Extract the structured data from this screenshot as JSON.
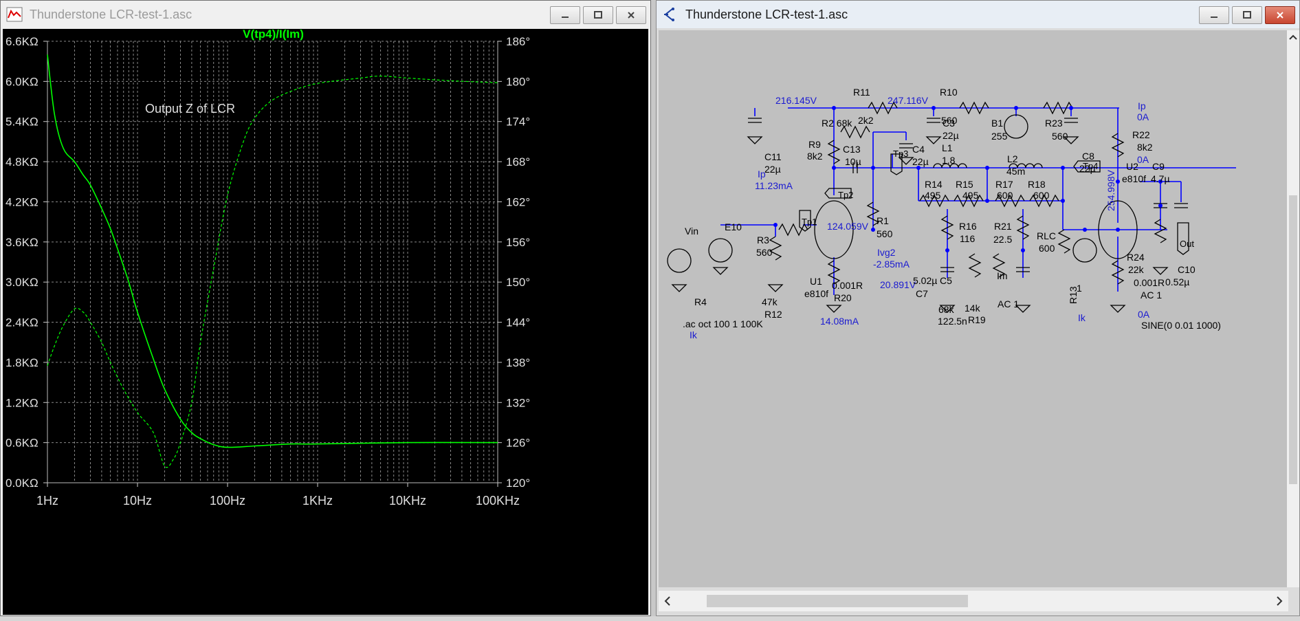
{
  "plot_window": {
    "title": "Thunderstone LCR-test-1.asc",
    "trace_label": "V(tp4)/I(Im)",
    "annotation": "Output Z of LCR",
    "buttons": {
      "minimize": "minimize",
      "maximize": "maximize",
      "close": "close"
    }
  },
  "schematic_window": {
    "title": "Thunderstone LCR-test-1.asc",
    "buttons": {
      "minimize": "minimize",
      "maximize": "maximize",
      "close": "close"
    }
  },
  "colors": {
    "trace": "#00ff00",
    "plot_bg": "#000000",
    "schematic_wire": "#0000ff",
    "schematic_bg": "#c0c0c0",
    "close_button": "#c8452f"
  },
  "chart_data": {
    "type": "line",
    "title": "V(tp4)/I(Im)",
    "x_scale": "log",
    "xlim": [
      1,
      100000
    ],
    "x_ticks": [
      1,
      10,
      100,
      1000,
      10000,
      100000
    ],
    "x_tick_labels": [
      "1Hz",
      "10Hz",
      "100Hz",
      "1KHz",
      "10KHz",
      "100KHz"
    ],
    "ylim_left": [
      0,
      6.6
    ],
    "y_ticks_left": [
      0,
      0.6,
      1.2,
      1.8,
      2.4,
      3.0,
      3.6,
      4.2,
      4.8,
      5.4,
      6.0,
      6.6
    ],
    "y_tick_labels_left": [
      "0.0KΩ",
      "0.6KΩ",
      "1.2KΩ",
      "1.8KΩ",
      "2.4KΩ",
      "3.0KΩ",
      "3.6KΩ",
      "4.2KΩ",
      "4.8KΩ",
      "5.4KΩ",
      "6.0KΩ",
      "6.6KΩ"
    ],
    "ylim_right": [
      120,
      186
    ],
    "y_ticks_right": [
      120,
      126,
      132,
      138,
      144,
      150,
      156,
      162,
      168,
      174,
      180,
      186
    ],
    "y_tick_labels_right": [
      "120°",
      "126°",
      "132°",
      "138°",
      "144°",
      "150°",
      "156°",
      "162°",
      "168°",
      "174°",
      "180°",
      "186°"
    ],
    "grid": true,
    "series": [
      {
        "style": "solid",
        "axis": "left",
        "x": [
          1,
          1.2,
          1.5,
          2,
          2.5,
          3,
          4,
          5,
          6,
          8,
          10,
          15,
          20,
          30,
          40,
          50,
          70,
          100,
          200,
          500,
          1000,
          10000,
          100000
        ],
        "y": [
          6.4,
          5.5,
          5.0,
          4.8,
          4.6,
          4.45,
          4.1,
          3.8,
          3.5,
          3.0,
          2.55,
          1.85,
          1.4,
          0.95,
          0.75,
          0.66,
          0.57,
          0.53,
          0.55,
          0.58,
          0.58,
          0.6,
          0.6
        ]
      },
      {
        "style": "dashed",
        "axis": "right",
        "x": [
          1,
          1.2,
          1.5,
          2,
          2.5,
          3,
          4,
          5,
          7,
          10,
          15,
          20,
          25,
          30,
          40,
          50,
          70,
          100,
          150,
          200,
          300,
          500,
          1000,
          3000,
          5000,
          10000,
          30000,
          100000
        ],
        "y": [
          137.5,
          140.5,
          143.5,
          146,
          145.5,
          144,
          141,
          138,
          134,
          130.5,
          127.5,
          122.5,
          123.5,
          126,
          132,
          141,
          152,
          163,
          171,
          174.5,
          177,
          178.5,
          179.7,
          180.5,
          180.8,
          180.5,
          180.1,
          179.8
        ]
      }
    ]
  },
  "schematic": {
    "labels": [
      {
        "text": "216.145V",
        "kind": "node"
      },
      {
        "text": "R11",
        "kind": "part"
      },
      {
        "text": "2k2",
        "kind": "part"
      },
      {
        "text": "247.116V",
        "kind": "node"
      },
      {
        "text": "R10",
        "kind": "part"
      },
      {
        "text": "560",
        "kind": "part"
      },
      {
        "text": "R2 68k",
        "kind": "part"
      },
      {
        "text": "C3",
        "kind": "part"
      },
      {
        "text": "22µ",
        "kind": "part"
      },
      {
        "text": "B1",
        "kind": "part"
      },
      {
        "text": "255",
        "kind": "part"
      },
      {
        "text": "R23",
        "kind": "part"
      },
      {
        "text": "560",
        "kind": "part"
      },
      {
        "text": "Ip",
        "kind": "node"
      },
      {
        "text": "0A",
        "kind": "node"
      },
      {
        "text": "R22",
        "kind": "part"
      },
      {
        "text": "8k2",
        "kind": "part"
      },
      {
        "text": "0A",
        "kind": "node"
      },
      {
        "text": "R9",
        "kind": "part"
      },
      {
        "text": "8k2",
        "kind": "part"
      },
      {
        "text": "C11",
        "kind": "part"
      },
      {
        "text": "22µ",
        "kind": "part"
      },
      {
        "text": "C13",
        "kind": "part"
      },
      {
        "text": "10µ",
        "kind": "part"
      },
      {
        "text": "Tp3",
        "kind": "net"
      },
      {
        "text": "C4",
        "kind": "part"
      },
      {
        "text": "22µ",
        "kind": "part"
      },
      {
        "text": "L1",
        "kind": "part"
      },
      {
        "text": "1.8",
        "kind": "part"
      },
      {
        "text": "L2",
        "kind": "part"
      },
      {
        "text": "45m",
        "kind": "part"
      },
      {
        "text": "C8",
        "kind": "part"
      },
      {
        "text": "22µ",
        "kind": "part"
      },
      {
        "text": "U2",
        "kind": "part"
      },
      {
        "text": "e810f",
        "kind": "part"
      },
      {
        "text": "C9",
        "kind": "part"
      },
      {
        "text": "4.7µ",
        "kind": "part"
      },
      {
        "text": "Ip",
        "kind": "node"
      },
      {
        "text": "11.23mA",
        "kind": "node"
      },
      {
        "text": "124.059V",
        "kind": "node"
      },
      {
        "text": "Tp4",
        "kind": "net"
      },
      {
        "text": "254.998V",
        "kind": "node"
      },
      {
        "text": "R14",
        "kind": "part"
      },
      {
        "text": "495",
        "kind": "part"
      },
      {
        "text": "R15",
        "kind": "part"
      },
      {
        "text": "495",
        "kind": "part"
      },
      {
        "text": "R17",
        "kind": "part"
      },
      {
        "text": "600",
        "kind": "part"
      },
      {
        "text": "R18",
        "kind": "part"
      },
      {
        "text": "600",
        "kind": "part"
      },
      {
        "text": "Tp2",
        "kind": "net"
      },
      {
        "text": "Tp1",
        "kind": "net"
      },
      {
        "text": "Vin",
        "kind": "part"
      },
      {
        "text": "E10",
        "kind": "part"
      },
      {
        "text": "R1",
        "kind": "part"
      },
      {
        "text": "560",
        "kind": "part"
      },
      {
        "text": "R16",
        "kind": "part"
      },
      {
        "text": "116",
        "kind": "part"
      },
      {
        "text": "R21",
        "kind": "part"
      },
      {
        "text": "22.5",
        "kind": "part"
      },
      {
        "text": "RLC",
        "kind": "part"
      },
      {
        "text": "600",
        "kind": "part"
      },
      {
        "text": "Out",
        "kind": "net"
      },
      {
        "text": "R3",
        "kind": "part"
      },
      {
        "text": "560",
        "kind": "part"
      },
      {
        "text": "Ivg2",
        "kind": "node"
      },
      {
        "text": "-2.85mA",
        "kind": "node"
      },
      {
        "text": "R24",
        "kind": "part"
      },
      {
        "text": "22k",
        "kind": "part"
      },
      {
        "text": "C10",
        "kind": "part"
      },
      {
        "text": "0.52µ",
        "kind": "part"
      },
      {
        "text": "U1",
        "kind": "part"
      },
      {
        "text": "e810f",
        "kind": "part"
      },
      {
        "text": "20.891V",
        "kind": "node"
      },
      {
        "text": "C5",
        "kind": "part"
      },
      {
        "text": "5.02µ",
        "kind": "part"
      },
      {
        "text": "C7",
        "kind": "part"
      },
      {
        "text": "Im",
        "kind": "part"
      },
      {
        "text": "1",
        "kind": "part"
      },
      {
        "text": "R13",
        "kind": "part"
      },
      {
        "text": "0.001R",
        "kind": "part"
      },
      {
        "text": "AC 1",
        "kind": "part"
      },
      {
        "text": "R4",
        "kind": "part"
      },
      {
        "text": "47k",
        "kind": "part"
      },
      {
        "text": "R12",
        "kind": "part"
      },
      {
        "text": "0.001R",
        "kind": "part"
      },
      {
        "text": "R20",
        "kind": "part"
      },
      {
        "text": "14k",
        "kind": "part"
      },
      {
        "text": "R19",
        "kind": "part"
      },
      {
        "text": "68k",
        "kind": "part"
      },
      {
        "text": "122.5n",
        "kind": "part"
      },
      {
        "text": "AC 1",
        "kind": "part"
      },
      {
        "text": "Ik",
        "kind": "node"
      },
      {
        "text": "0A",
        "kind": "node"
      },
      {
        "text": "SINE(0 0.01 1000)",
        "kind": "part"
      },
      {
        "text": ".ac oct 100 1 100K",
        "kind": "part"
      },
      {
        "text": "Ik",
        "kind": "node"
      },
      {
        "text": "14.08mA",
        "kind": "node"
      }
    ]
  }
}
